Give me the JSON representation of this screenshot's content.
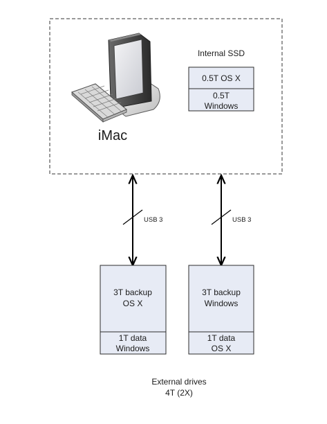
{
  "imac": {
    "label": "iMac"
  },
  "internal": {
    "title": "Internal SSD",
    "partition_top": "0.5T OS X",
    "partition_bottom": [
      "0.5T",
      "Windows"
    ]
  },
  "connections": [
    {
      "label": "USB 3"
    },
    {
      "label": "USB 3"
    }
  ],
  "drives": [
    {
      "main": [
        "3T backup",
        "OS X"
      ],
      "data": [
        "1T data",
        "Windows"
      ]
    },
    {
      "main": [
        "3T backup",
        "Windows"
      ],
      "data": [
        "1T data",
        "OS X"
      ]
    }
  ],
  "footer": {
    "lines": [
      "External drives",
      "4T (2X)"
    ]
  },
  "colors": {
    "drive_fill": "#e7ebf5",
    "stroke": "#2b2b2b"
  },
  "icons": {
    "computer": "imac-computer-icon",
    "keyboard": "keyboard-icon"
  }
}
